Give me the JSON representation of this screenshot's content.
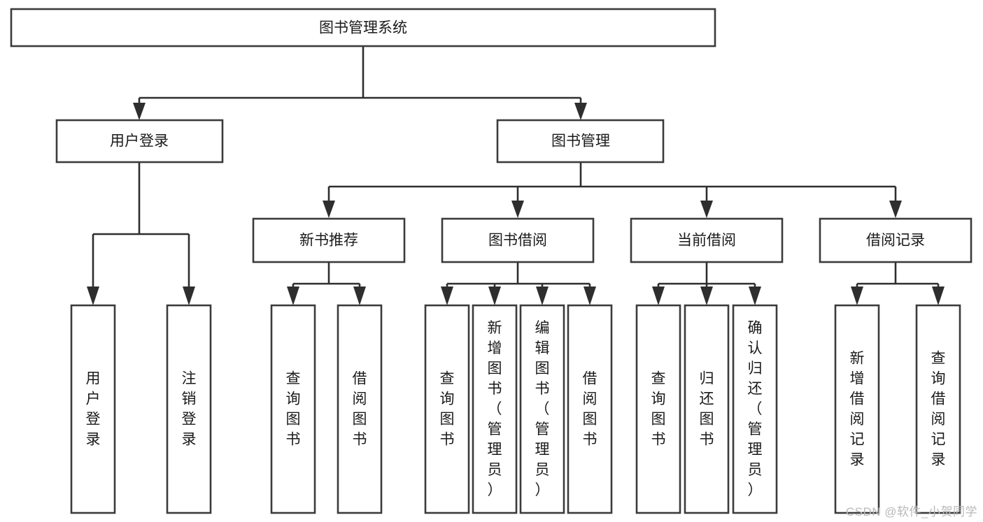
{
  "diagram": {
    "type": "tree",
    "title": "图书管理系统",
    "orientation": "top-down",
    "colors": {
      "box_fill": "#ffffff",
      "box_stroke": "#3b3b3b",
      "connector": "#2e2e2e",
      "text": "#1a1a1a",
      "watermark": "#b9b9b9",
      "background": "#ffffff"
    },
    "root": {
      "label": "图书管理系统"
    },
    "level2": [
      {
        "label": "用户登录"
      },
      {
        "label": "图书管理"
      }
    ],
    "level3": [
      {
        "label": "新书推荐"
      },
      {
        "label": "图书借阅"
      },
      {
        "label": "当前借阅"
      },
      {
        "label": "借阅记录"
      }
    ],
    "leaves": {
      "user_login": [
        {
          "label": "用户登录"
        },
        {
          "label": "注销登录"
        }
      ],
      "new_book_recommend": [
        {
          "label": "查询图书"
        },
        {
          "label": "借阅图书"
        }
      ],
      "book_borrow": [
        {
          "label": "查询图书"
        },
        {
          "label": "新增图书（管理员）"
        },
        {
          "label": "编辑图书（管理员）"
        },
        {
          "label": "借阅图书"
        }
      ],
      "current_borrow": [
        {
          "label": "查询图书"
        },
        {
          "label": "归还图书"
        },
        {
          "label": "确认归还（管理员）"
        }
      ],
      "borrow_record": [
        {
          "label": "新增借阅记录"
        },
        {
          "label": "查询借阅记录"
        }
      ]
    }
  },
  "watermark": {
    "text": "CSDN @软件_小贺同学"
  }
}
